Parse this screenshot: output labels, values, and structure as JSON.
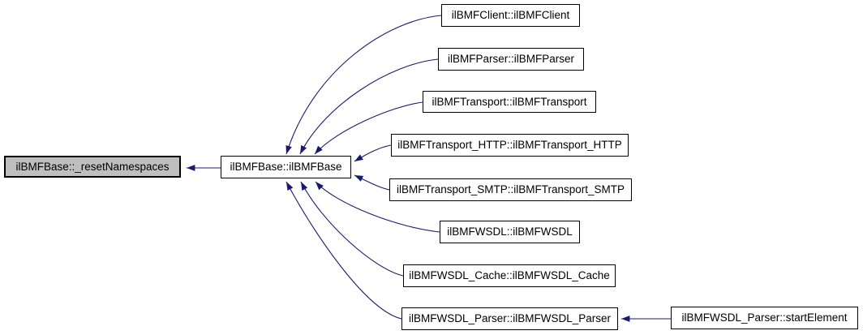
{
  "diagram": {
    "kind": "doxygen-caller-graph",
    "colors": {
      "edge": "#191970",
      "node_border": "#000000",
      "node_fill": "#ffffff",
      "highlight_fill": "#bfbfbf",
      "text": "#000000",
      "background": "#ffffff"
    }
  },
  "nodes": [
    {
      "id": "ilbmfbase-reset-namespaces",
      "label": "ilBMFBase::_resetNamespaces",
      "highlighted": true
    },
    {
      "id": "ilbmfbase-ctor",
      "label": "ilBMFBase::ilBMFBase",
      "highlighted": false
    },
    {
      "id": "ilbmfclient-ctor",
      "label": "ilBMFClient::ilBMFClient",
      "highlighted": false
    },
    {
      "id": "ilbmfparser-ctor",
      "label": "ilBMFParser::ilBMFParser",
      "highlighted": false
    },
    {
      "id": "ilbmftransport-ctor",
      "label": "ilBMFTransport::ilBMFTransport",
      "highlighted": false
    },
    {
      "id": "ilbmftransport-http-ctor",
      "label": "ilBMFTransport_HTTP::ilBMFTransport_HTTP",
      "highlighted": false
    },
    {
      "id": "ilbmftransport-smtp-ctor",
      "label": "ilBMFTransport_SMTP::ilBMFTransport_SMTP",
      "highlighted": false
    },
    {
      "id": "ilbmfwsdl-ctor",
      "label": "ilBMFWSDL::ilBMFWSDL",
      "highlighted": false
    },
    {
      "id": "ilbmfwsdl-cache-ctor",
      "label": "ilBMFWSDL_Cache::ilBMFWSDL_Cache",
      "highlighted": false
    },
    {
      "id": "ilbmfwsdl-parser-ctor",
      "label": "ilBMFWSDL_Parser::ilBMFWSDL_Parser",
      "highlighted": false
    },
    {
      "id": "ilbmfwsdl-parser-start-element",
      "label": "ilBMFWSDL_Parser::startElement",
      "highlighted": false
    }
  ],
  "edges": [
    {
      "from": "ilBMFBase::ilBMFBase",
      "to": "ilBMFBase::_resetNamespaces"
    },
    {
      "from": "ilBMFClient::ilBMFClient",
      "to": "ilBMFBase::ilBMFBase"
    },
    {
      "from": "ilBMFParser::ilBMFParser",
      "to": "ilBMFBase::ilBMFBase"
    },
    {
      "from": "ilBMFTransport::ilBMFTransport",
      "to": "ilBMFBase::ilBMFBase"
    },
    {
      "from": "ilBMFTransport_HTTP::ilBMFTransport_HTTP",
      "to": "ilBMFBase::ilBMFBase"
    },
    {
      "from": "ilBMFTransport_SMTP::ilBMFTransport_SMTP",
      "to": "ilBMFBase::ilBMFBase"
    },
    {
      "from": "ilBMFWSDL::ilBMFWSDL",
      "to": "ilBMFBase::ilBMFBase"
    },
    {
      "from": "ilBMFWSDL_Cache::ilBMFWSDL_Cache",
      "to": "ilBMFBase::ilBMFBase"
    },
    {
      "from": "ilBMFWSDL_Parser::ilBMFWSDL_Parser",
      "to": "ilBMFBase::ilBMFBase"
    },
    {
      "from": "ilBMFWSDL_Parser::startElement",
      "to": "ilBMFWSDL_Parser::ilBMFWSDL_Parser"
    }
  ]
}
